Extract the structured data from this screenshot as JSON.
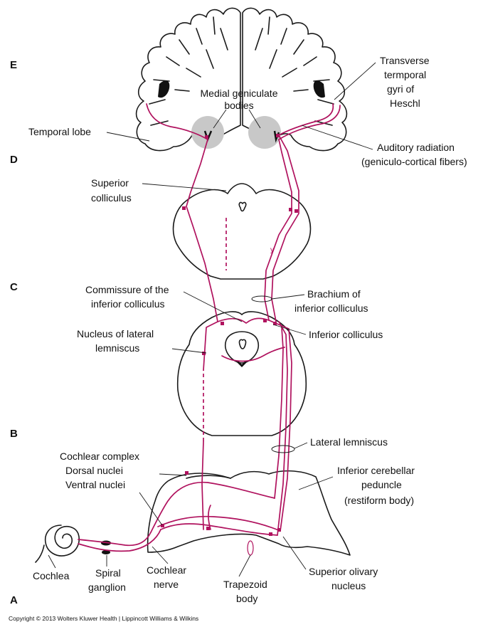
{
  "section_markers": [
    "E",
    "D",
    "C",
    "B",
    "A"
  ],
  "labels": {
    "transverse_temporal_gyri": [
      "Transverse",
      "termporal",
      "gyri of",
      "Heschl"
    ],
    "medial_geniculate": [
      "Medial geniculate",
      "bodies"
    ],
    "temporal_lobe": "Temporal lobe",
    "auditory_radiation": [
      "Auditory radiation",
      "(geniculo-cortical fibers)"
    ],
    "superior_colliculus": [
      "Superior",
      "colliculus"
    ],
    "commissure": [
      "Commissure of the",
      "inferior colliculus"
    ],
    "brachium": [
      "Brachium of",
      "inferior colliculus"
    ],
    "nucleus_lateral_lemniscus": [
      "Nucleus of lateral",
      "lemniscus"
    ],
    "inferior_colliculus": "Inferior colliculus",
    "lateral_lemniscus": "Lateral lemniscus",
    "cochlear_complex": [
      "Cochlear complex",
      "Dorsal nuclei",
      "Ventral nuclei"
    ],
    "inferior_cerebellar_peduncle": [
      "Inferior cerebellar",
      "peduncle",
      "(restiform body)"
    ],
    "cochlea": "Cochlea",
    "spiral_ganglion": [
      "Spiral",
      "ganglion"
    ],
    "cochlear_nerve": [
      "Cochlear",
      "nerve"
    ],
    "trapezoid_body": [
      "Trapezoid",
      "body"
    ],
    "superior_olivary": [
      "Superior olivary",
      "nucleus"
    ]
  },
  "copyright": "Copyright © 2013 Wolters Kluwer Health | Lippincott Williams & Wilkins",
  "colors": {
    "pathway": "#b0125e",
    "outline": "#1a1a1a",
    "geniculate": "#c8c8c8"
  }
}
